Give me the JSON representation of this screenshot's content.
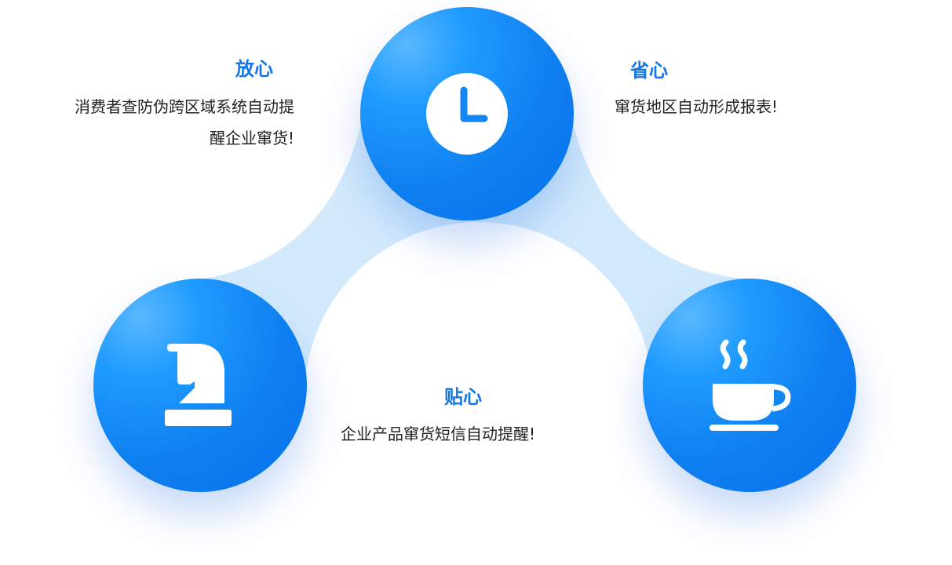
{
  "items": [
    {
      "title": "放心",
      "desc_line1": "消费者查防伪跨区域系统自动提",
      "desc_line2": "醒企业窜货!",
      "icon": "chess-knight-icon"
    },
    {
      "title": "省心",
      "desc": "窜货地区自动形成报表!",
      "icon": "clock-icon"
    },
    {
      "title": "贴心",
      "desc": "企业产品窜货短信自动提醒!",
      "icon": "coffee-cup-icon"
    }
  ],
  "colors": {
    "accent": "#1677e8",
    "band": "#d6ecfd"
  }
}
